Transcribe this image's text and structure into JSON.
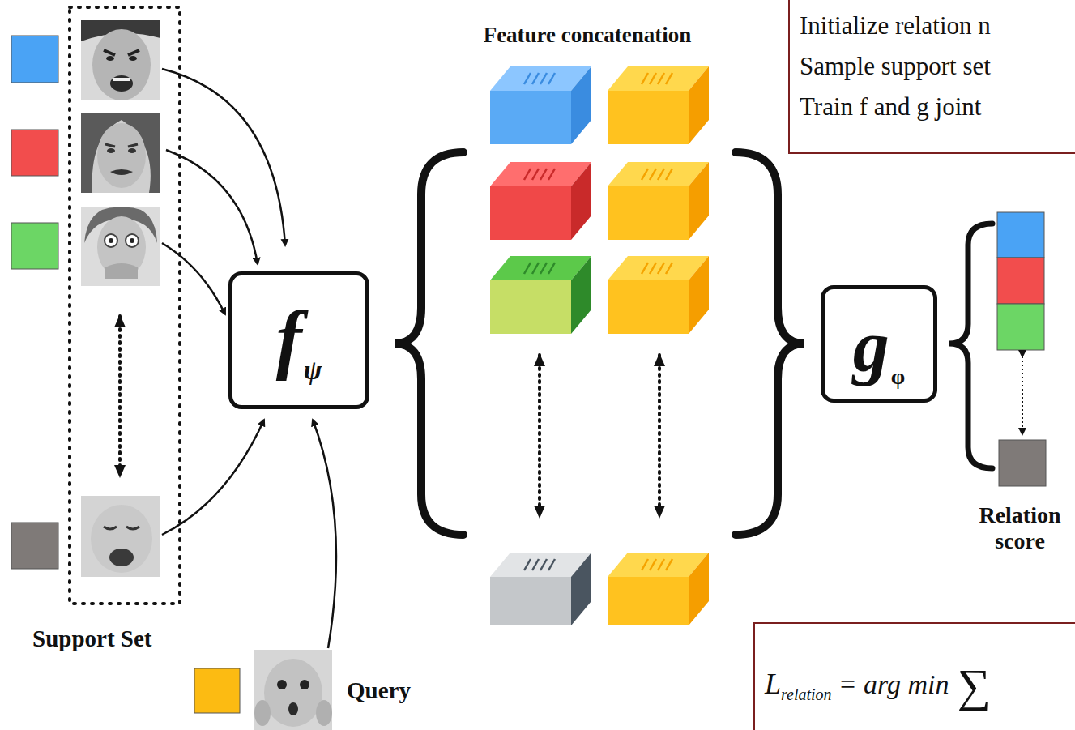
{
  "diagram": {
    "nodes": [
      {
        "text": [
          "f",
          "ψ"
        ]
      },
      {
        "text": [
          "g",
          "φ"
        ]
      },
      {
        "text": [
          "Initialize relation n",
          "Sample support set",
          "Train f and g joint"
        ]
      },
      {
        "text": [
          "L",
          "relation",
          "= arg min",
          "∑"
        ]
      }
    ],
    "labels": [
      "Feature concatenation",
      "Support Set",
      "Query",
      "Relation score"
    ]
  }
}
